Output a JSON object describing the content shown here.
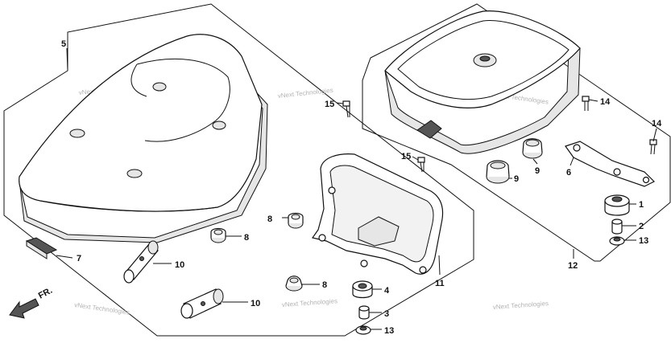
{
  "callouts": {
    "c1": "1",
    "c2": "2",
    "c3": "3",
    "c4": "4",
    "c5": "5",
    "c6": "6",
    "c7": "7",
    "c8a": "8",
    "c8b": "8",
    "c8c": "8",
    "c9a": "9",
    "c9b": "9",
    "c10a": "10",
    "c10b": "10",
    "c11": "11",
    "c12": "12",
    "c13a": "13",
    "c13b": "13",
    "c14a": "14",
    "c14b": "14",
    "c15a": "15",
    "c15b": "15"
  },
  "direction_label": "FR.",
  "watermark": "vNext Technologies"
}
